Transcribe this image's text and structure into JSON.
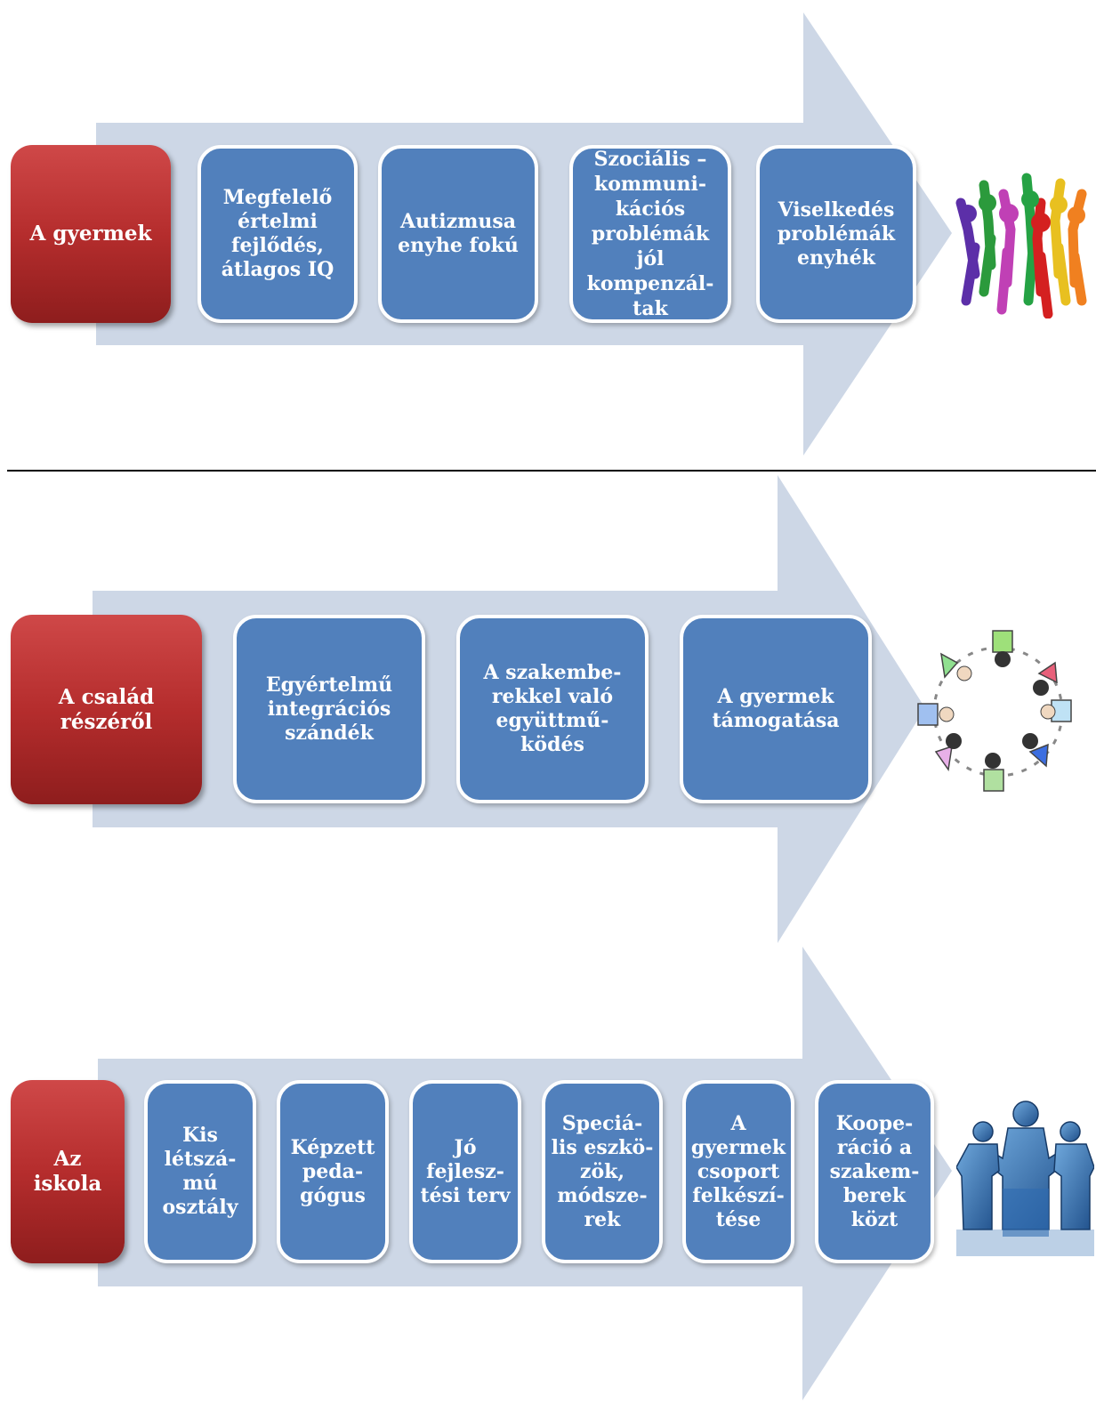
{
  "colors": {
    "arrow": "#cdd7e6",
    "label": "#b52d2d",
    "box": "#5180bc"
  },
  "rows": [
    {
      "label": "A gyermek",
      "items": [
        "Megfelelő\nértelmi\nfejlődés,\nátlagos IQ",
        "Autizmusa\nenyhe fokú",
        "Szociális –\nkommuni-\nkációs\nproblémák\njól\nkompenzál-\ntak",
        "Viselkedés\nproblémák\nenyhék"
      ],
      "image": "people-raising-hands-icon"
    },
    {
      "label": "A család\nrészéről",
      "items": [
        "Egyértelmű\nintegrációs\nszándék",
        "A szakembe-\nrekkel való\negyüttmű-\nködés",
        "A gyermek\ntámogatása"
      ],
      "image": "children-drawing-circle-icon"
    },
    {
      "label": "Az\niskola",
      "items": [
        "Kis\nlétszá-\nmú\nosztály",
        "Képzett\npeda-\ngógus",
        "Jó\nfejlesz-\ntési terv",
        "Speciá-\nlis eszkö-\nzök,\nmódsze-\nrek",
        "A\ngyermek\ncsoport\nfelkészí-\ntése",
        "Koope-\nráció a\nszakem-\nberek\nközt"
      ],
      "image": "puzzle-people-icon"
    }
  ]
}
